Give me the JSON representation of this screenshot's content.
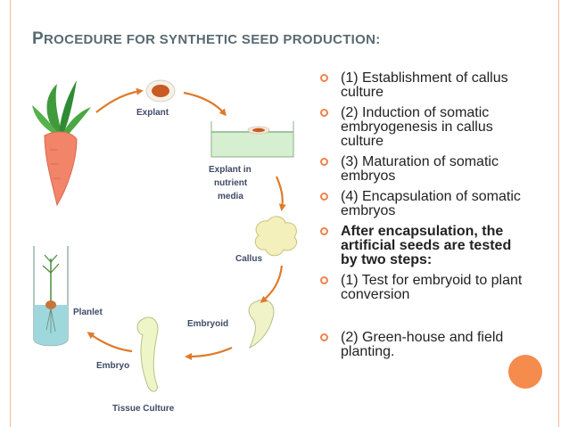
{
  "slide": {
    "title_lead": "P",
    "title_rest": "ROCEDURE FOR SYNTHETIC SEED PRODUCTION:",
    "accent_color": "#f0824a",
    "border_color": "#f2b59a"
  },
  "diagram": {
    "labels": {
      "explant": "Explant",
      "explant_media_1": "Explant in",
      "explant_media_2": "nutrient",
      "explant_media_3": "media",
      "callus": "Callus",
      "embryoid": "Embryoid",
      "embryo": "Embryo",
      "planlet": "Planlet",
      "tissue_culture": "Tissue Culture"
    }
  },
  "bullets": [
    {
      "text": "(1) Establishment of callus culture",
      "bold": false
    },
    {
      "text": "(2) Induction of somatic embryogenesis in callus culture",
      "bold": false
    },
    {
      "text": "(3) Maturation of somatic embryos",
      "bold": false
    },
    {
      "text": "(4) Encapsulation of somatic embryos",
      "bold": false
    },
    {
      "text": "After encapsulation, the artificial seeds are tested by two steps:",
      "bold": true
    },
    {
      "text": "(1) Test for embryoid to plant conversion",
      "bold": false
    },
    {
      "text": "(2) Green-house and field planting.",
      "bold": false
    }
  ]
}
